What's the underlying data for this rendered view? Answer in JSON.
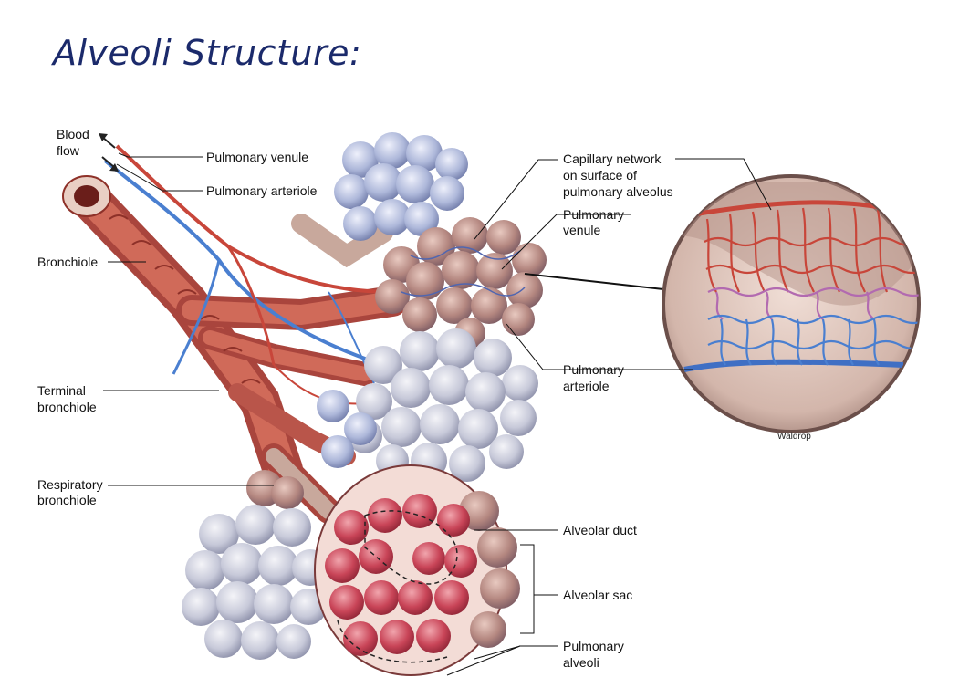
{
  "title": "Alveoli Structure:",
  "labels": {
    "blood_flow_1": "Blood",
    "blood_flow_2": "flow",
    "pulmonary_venule_top": "Pulmonary venule",
    "pulmonary_arteriole_top": "Pulmonary arteriole",
    "bronchiole": "Bronchiole",
    "terminal_bronchiole_1": "Terminal",
    "terminal_bronchiole_2": "bronchiole",
    "respiratory_bronchiole_1": "Respiratory",
    "respiratory_bronchiole_2": "bronchiole",
    "capillary_network_1": "Capillary network",
    "capillary_network_2": "on surface of",
    "capillary_network_3": "pulmonary alveolus",
    "pulmonary_venule_right_1": "Pulmonary",
    "pulmonary_venule_right_2": "venule",
    "pulmonary_arteriole_right_1": "Pulmonary",
    "pulmonary_arteriole_right_2": "arteriole",
    "alveolar_duct": "Alveolar duct",
    "alveolar_sac": "Alveolar sac",
    "pulmonary_alveoli_1": "Pulmonary",
    "pulmonary_alveoli_2": "alveoli",
    "credit": "Waldrop"
  },
  "colors": {
    "title": "#1b2a6b",
    "vein_red": "#c8463a",
    "artery_blue": "#4a7fd0",
    "alveolus_grey": "#c9cbd8",
    "alveolus_pink": "#b83a4a",
    "bronchiole": "#c2564a"
  }
}
